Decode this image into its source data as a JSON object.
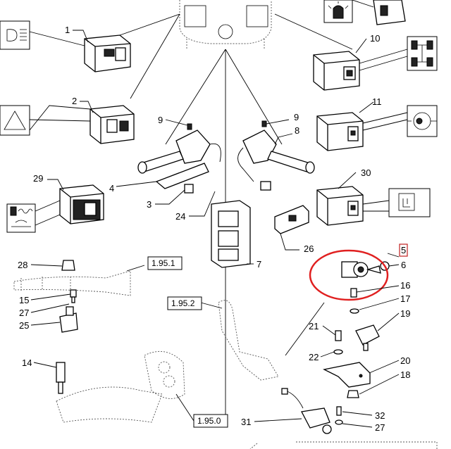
{
  "callouts": {
    "c1": "1",
    "c2": "2",
    "c3": "3",
    "c4": "4",
    "c5": "5",
    "c6": "6",
    "c7": "7",
    "c8": "8",
    "c9a": "9",
    "c9b": "9",
    "c10": "10",
    "c11": "11",
    "c14": "14",
    "c15": "15",
    "c16": "16",
    "c17": "17",
    "c18": "18",
    "c19": "19",
    "c20": "20",
    "c21": "21",
    "c22": "22",
    "c24": "24",
    "c25": "25",
    "c26": "26",
    "c27a": "27",
    "c27b": "27",
    "c28": "28",
    "c29": "29",
    "c30": "30",
    "c31": "31",
    "c32": "32"
  },
  "references": {
    "r1": "1.95.1",
    "r2": "1.95.2",
    "r3": "1.95.0"
  },
  "symbols": {
    "s1": "headlight-icon",
    "s2": "hazard-triangle-icon",
    "s3": "beacon-icon",
    "s4": "four-wheel-drive-icon",
    "s5": "differential-lock-icon",
    "s6": "seat-switch-icon",
    "s7": "cold-start-icon"
  },
  "colors": {
    "highlight": "#e02020"
  }
}
